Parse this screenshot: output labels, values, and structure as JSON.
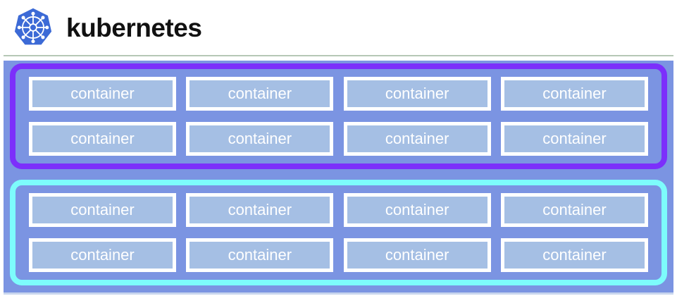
{
  "header": {
    "logo_icon": "kubernetes-helm-logo",
    "wordmark": "kubernetes",
    "logo_color": "#3c6ad6"
  },
  "diagram": {
    "canvas_color": "#7b94e2",
    "container_fill": "#a5bfe4",
    "container_border": "#ffffff",
    "pods": [
      {
        "name": "pod-top",
        "border_color": "#7c2ffb",
        "rows": [
          [
            {
              "label": "container"
            },
            {
              "label": "container"
            },
            {
              "label": "container"
            },
            {
              "label": "container"
            }
          ],
          [
            {
              "label": "container"
            },
            {
              "label": "container"
            },
            {
              "label": "container"
            },
            {
              "label": "container"
            }
          ]
        ]
      },
      {
        "name": "pod-bottom",
        "border_color": "#7dfcfc",
        "rows": [
          [
            {
              "label": "container"
            },
            {
              "label": "container"
            },
            {
              "label": "container"
            },
            {
              "label": "container"
            }
          ],
          [
            {
              "label": "container"
            },
            {
              "label": "container"
            },
            {
              "label": "container"
            },
            {
              "label": "container"
            }
          ]
        ]
      }
    ]
  }
}
